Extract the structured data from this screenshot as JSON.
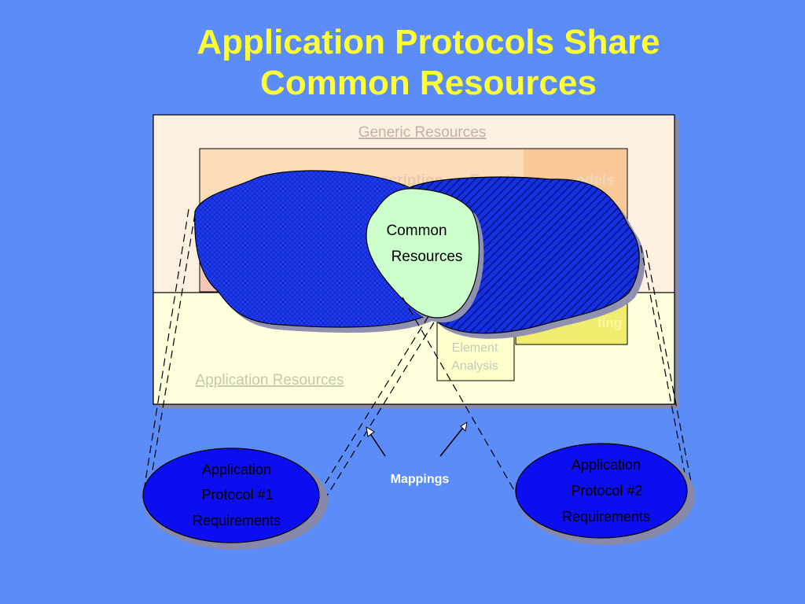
{
  "slide": {
    "title_line1": "Application Protocols Share",
    "title_line2": "Common Resources"
  },
  "diagram": {
    "generic_resources": "Generic Resources",
    "application_resources": "Application Resources",
    "partial_label_left": "scription",
    "partial_label_mid": "Functi",
    "partial_label_right": "odels",
    "partial_label_ting": "ting",
    "element_analysis_line1": "Element",
    "element_analysis_line2": "Analysis",
    "common_line1": "Common",
    "common_line2": "Resources",
    "mappings": "Mappings",
    "protocol1_line1": "Application",
    "protocol1_line2": "Protocol #1",
    "protocol1_line3": "Requirements",
    "protocol2_line1": "Application",
    "protocol2_line2": "Protocol #2",
    "protocol2_line3": "Requirements"
  },
  "colors": {
    "background": "#5b8cf7",
    "title": "#ffff33",
    "generic_box": "#fdf0e0",
    "application_box": "#ffffdd",
    "blob_blue": "#1a33ee",
    "blob_dark": "#0a14b8",
    "common_fill": "#ccffcc"
  }
}
